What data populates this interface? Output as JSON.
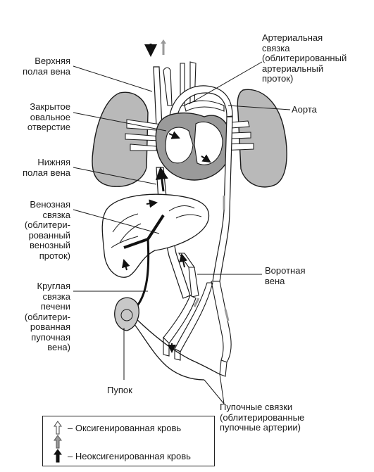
{
  "labels": {
    "svc": "Верхняя\nполая вена",
    "foramen": "Закрытое\nовальное\nотверстие",
    "ivc": "Нижняя\nполая вена",
    "ductus_venosus": "Венозная\nсвязка\n(облитери-\nрованный\nвенозный\nпроток)",
    "round_ligament": "Круглая\nсвязка\nпечени\n(облитери-\nрованная\nпупочная\nвена)",
    "navel": "Пупок",
    "ductus_arteriosus": "Артериальная\nсвязка\n(облитерированный\nартериальный\nпроток)",
    "aorta": "Аорта",
    "portal_vein": "Воротная\nвена",
    "umbilical_ligaments": "Пупочные связки\n(облитерированные\nпупочные артерии)"
  },
  "legend": {
    "oxygenated": "– Оксигенированная кровь",
    "deoxygenated": "– Неоксигенированная кровь"
  },
  "colors": {
    "ink": "#1a1a1a",
    "organ_fill": "#b9b9b9",
    "heart_fill": "#9a9a9a",
    "vessel_fill": "#ffffff",
    "oxygenated_arrow": "#ffffff",
    "mixed_arrow": "#9a9a9a",
    "deoxygenated_arrow": "#111111"
  }
}
